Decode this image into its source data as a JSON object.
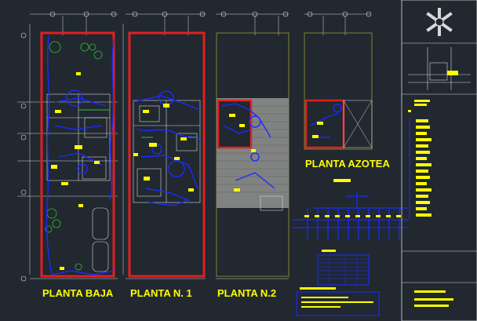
{
  "drawing": {
    "labels": {
      "planta_baja": "PLANTA BAJA",
      "planta_n1": "PLANTA N. 1",
      "planta_n2": "PLANTA N.2",
      "planta_azotea": "PLANTA AZOTEA"
    },
    "colors": {
      "background": "#212830",
      "wall_red": "#e02020",
      "wiring_blue": "#1a2cff",
      "text_yellow": "#ffff00",
      "dim_white": "#d8d8d8",
      "plant_green": "#2fbf2f",
      "roof_gray": "#a0a0a0",
      "site_olive": "#9a9a30"
    },
    "icons": {
      "logo": "asterisk-logo-icon"
    }
  }
}
